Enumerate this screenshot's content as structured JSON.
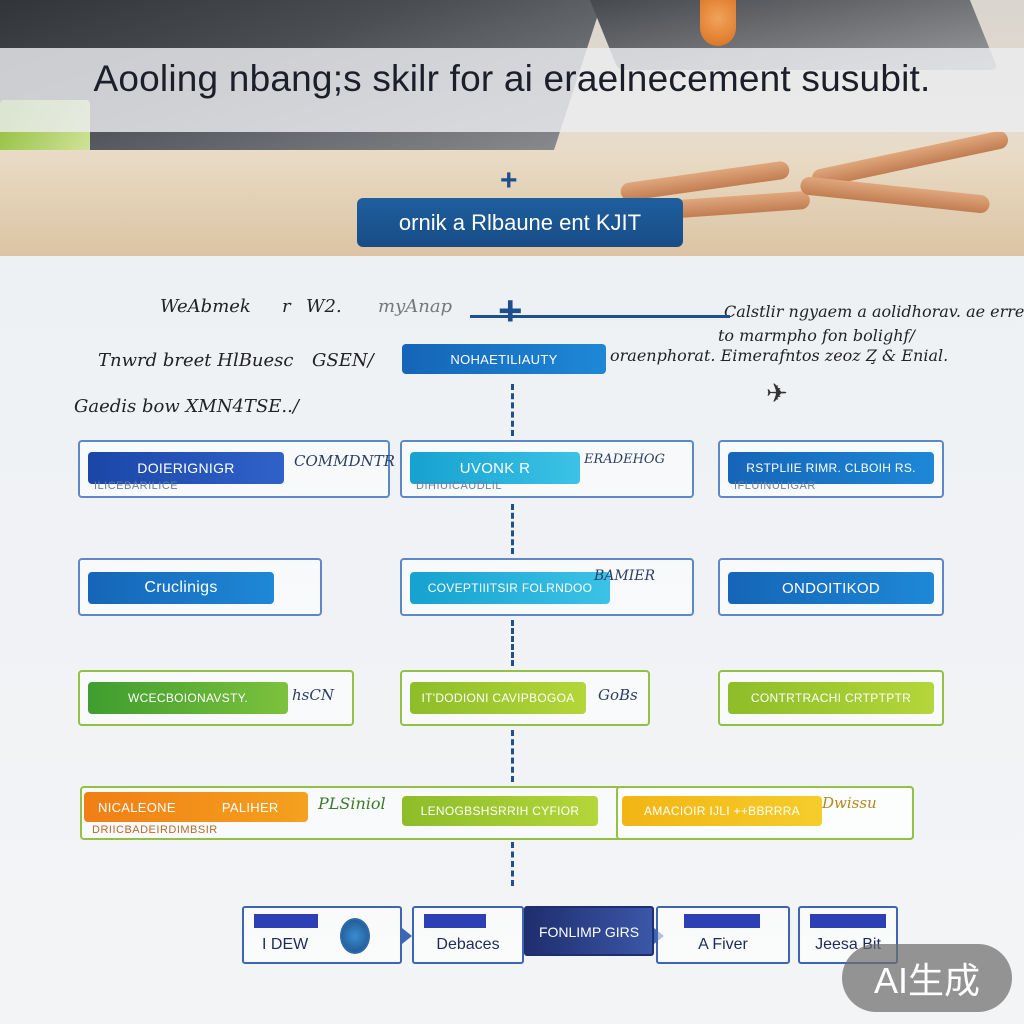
{
  "header": {
    "title": "Aooling nbang;s skilr for ai eraelnecement susubit.",
    "banner": "ornik a Rlbaune ent KJIT"
  },
  "notes": {
    "left1": "WeAbmek",
    "left1b": "r",
    "left1c": "W2.",
    "left1d": "myAnap",
    "left2": "Tnwrd breet HlBuesc",
    "left2b": "GSEN/",
    "left3": "Gaedis bow XMN4TSE../",
    "right1": "Calstlir ngyaem a aolidhorav. ae errer",
    "right2": "to marmpho fon bolighf/",
    "right3": "oraenphorat. Eimerafntos zeoz Z̧ & Enial.",
    "center_pill": "NOHAETILIAUTY"
  },
  "row1": {
    "left": {
      "label": "DOIERIGNIGR",
      "sub": "ILICEBARILICE",
      "scribble": "COMMDNTR"
    },
    "center": {
      "label": "UVONK R",
      "sub": "DIHIUICAUDLIL",
      "scribble": "ERADEHOG"
    },
    "right": {
      "label": "RSTPLIIE RIMR. CLBOIH RS.",
      "sub": "IFLUINULIGAR"
    }
  },
  "row2": {
    "left": {
      "label": "Cruclinigs"
    },
    "center": {
      "label": "COVEPTIIITSIR FOLRNDOO",
      "scribble": "BAMIER"
    },
    "right": {
      "label": "ONDOITIKOD"
    }
  },
  "row3": {
    "left": {
      "label": "WCECBOIONAVSTY.",
      "scribble": "hsCN"
    },
    "center": {
      "label": "IT'DODIONI CAVIPBOGOA",
      "scribble": "GoBs"
    },
    "right": {
      "label": "CONTRTRACHI CRTPTPTR"
    }
  },
  "row4": {
    "a": {
      "label": "NICALEONE",
      "label2": "PALIHER",
      "sub": "DRIICBADEIRDIMBSIR"
    },
    "b": {
      "label": "LENOGBSHSRRIH CYFIOR",
      "scribble": "PLSiniol"
    },
    "c": {
      "label": "AMACIOIR IJLI ++BBRRRA",
      "scribble": "Dwissu"
    }
  },
  "flow": [
    {
      "label": "I DEW"
    },
    {
      "label": "Debaces"
    },
    {
      "label": "FONLIMP GIRS"
    },
    {
      "label": "A Fiver"
    },
    {
      "label": "Jeesa Bit"
    }
  ],
  "badge": "AI生成",
  "colors": {
    "accent": "#1e4f8f",
    "blue": "#1e88d6",
    "green": "#7cc23c",
    "orange": "#f07f16",
    "yellow": "#f2b514"
  }
}
